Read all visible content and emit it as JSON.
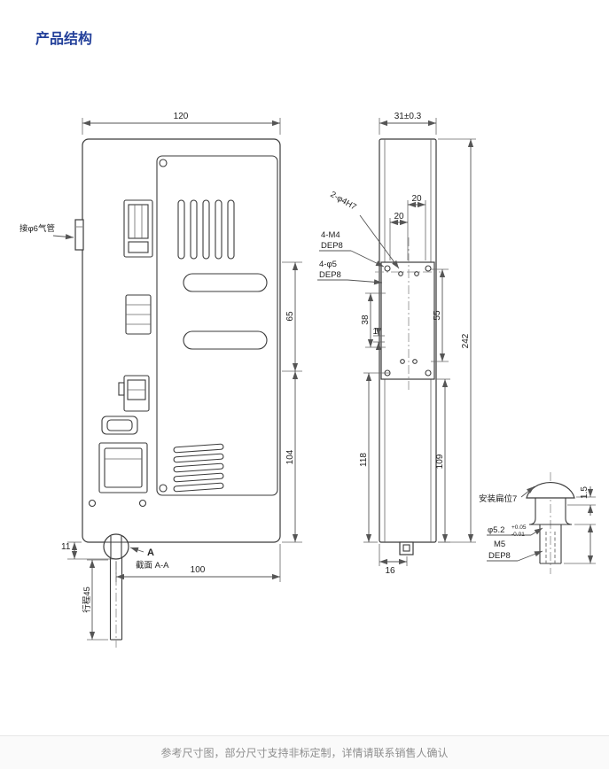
{
  "page": {
    "title": "产品结构",
    "footer": "参考尺寸图，部分尺寸支持非标定制，详情请联系销售人确认"
  },
  "front_view": {
    "air_fitting_label": "接φ6气管",
    "dim_top_width": "120",
    "dim_right_upper": "65",
    "dim_right_lower": "104",
    "dim_bottom_left": "11",
    "dim_bottom_width": "100",
    "stroke_label": "行程45",
    "section_letter": "A",
    "section_label": "截面 A-A"
  },
  "side_view": {
    "dim_top_width": "31±0.3",
    "dim_total_height": "242",
    "dim_hole_spacing_a": "20",
    "dim_hole_spacing_b": "20",
    "dim_38": "38",
    "dim_1": "1",
    "dim_55": "55",
    "dim_118": "118",
    "dim_109": "109",
    "dim_16": "16",
    "label_pin_holes": "2-φ4H7",
    "label_m4_line1": "4-M4",
    "label_m4_line2": "DEP8",
    "label_phi5_line1": "4-φ5",
    "label_phi5_line2": "DEP8"
  },
  "detail_view": {
    "flat_label": "安装扁位7",
    "dim_step": "1.5",
    "dia_label": "φ5.2",
    "dia_tol_upper": "+0.05",
    "dia_tol_lower": "-0.01",
    "thread_label": "M5",
    "depth_label": "DEP8"
  }
}
